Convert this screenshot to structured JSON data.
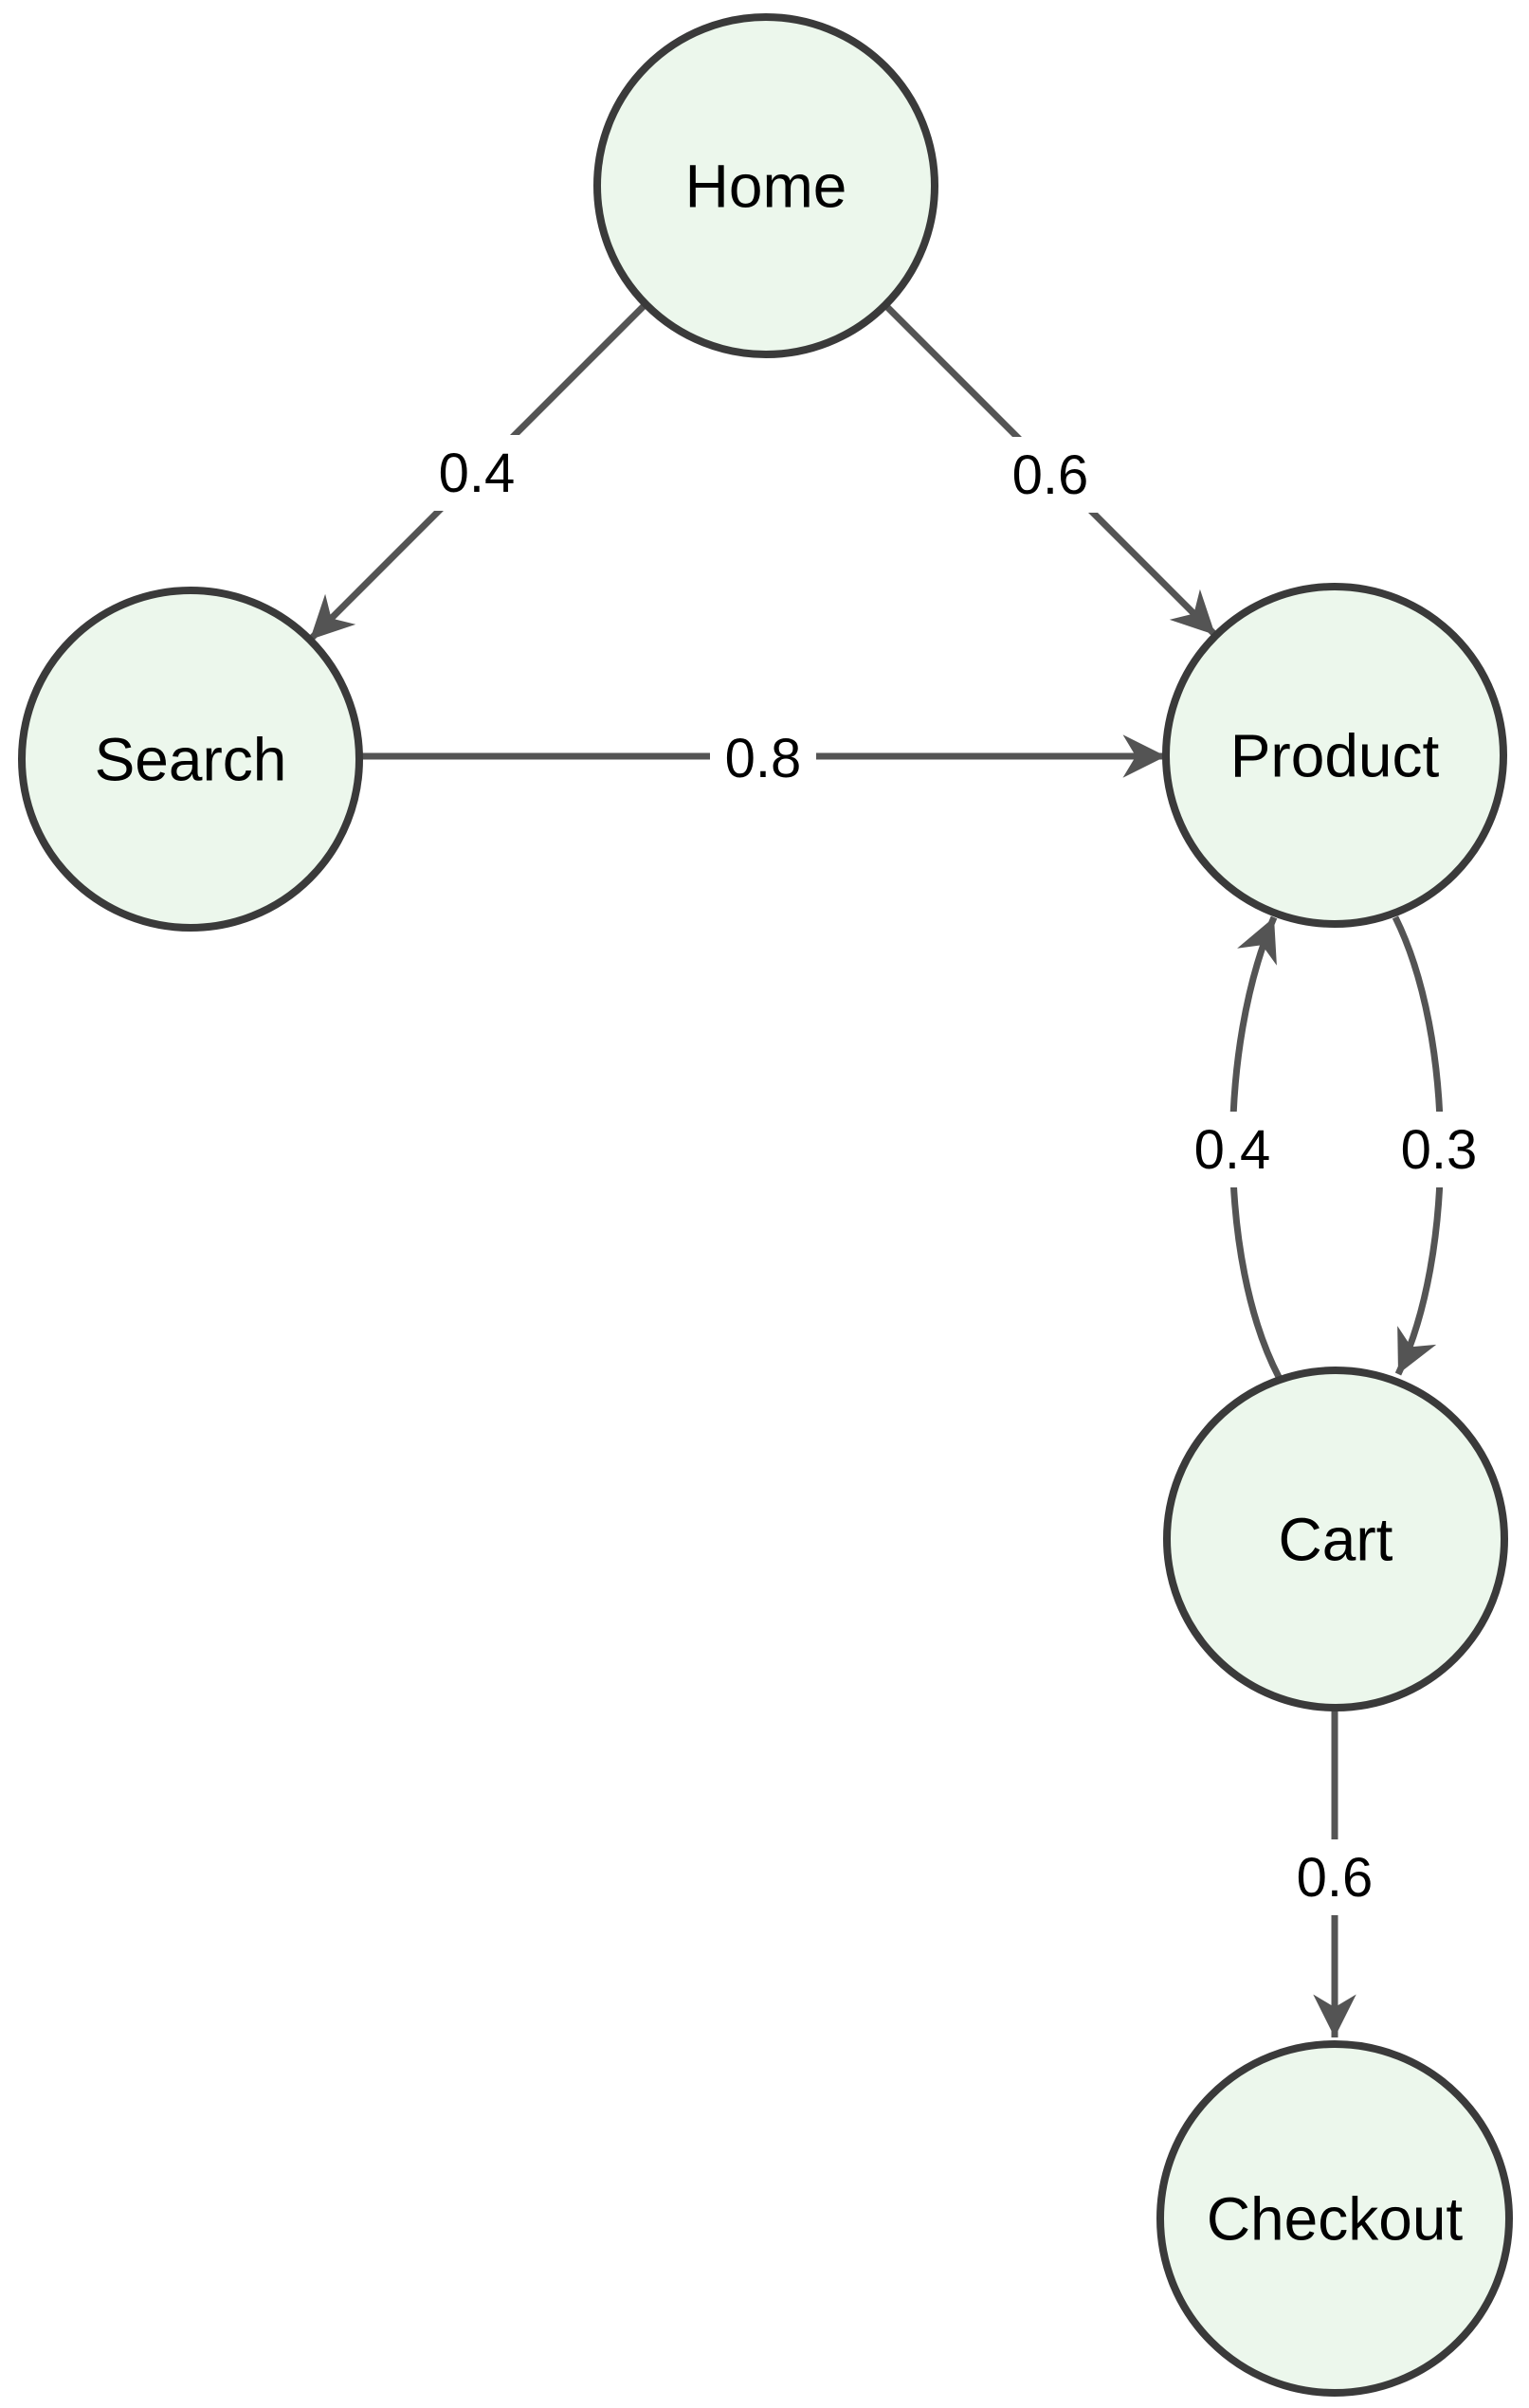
{
  "diagram": {
    "kind": "state-transition-graph",
    "background": "#ffffff",
    "colors": {
      "node_fill": "#ecf7ec",
      "node_stroke": "#3a3a3a",
      "edge_color": "#545454",
      "text_color": "#000000",
      "label_bg": "#ffffff"
    },
    "nodes": [
      {
        "id": "home",
        "label": "Home"
      },
      {
        "id": "search",
        "label": "Search"
      },
      {
        "id": "product",
        "label": "Product"
      },
      {
        "id": "cart",
        "label": "Cart"
      },
      {
        "id": "checkout",
        "label": "Checkout"
      }
    ],
    "edges": [
      {
        "from": "Home",
        "to": "Search",
        "label": "0.4"
      },
      {
        "from": "Home",
        "to": "Product",
        "label": "0.6"
      },
      {
        "from": "Search",
        "to": "Product",
        "label": "0.8"
      },
      {
        "from": "Cart",
        "to": "Product",
        "label": "0.4"
      },
      {
        "from": "Product",
        "to": "Cart",
        "label": "0.3"
      },
      {
        "from": "Cart",
        "to": "Checkout",
        "label": "0.6"
      }
    ]
  }
}
